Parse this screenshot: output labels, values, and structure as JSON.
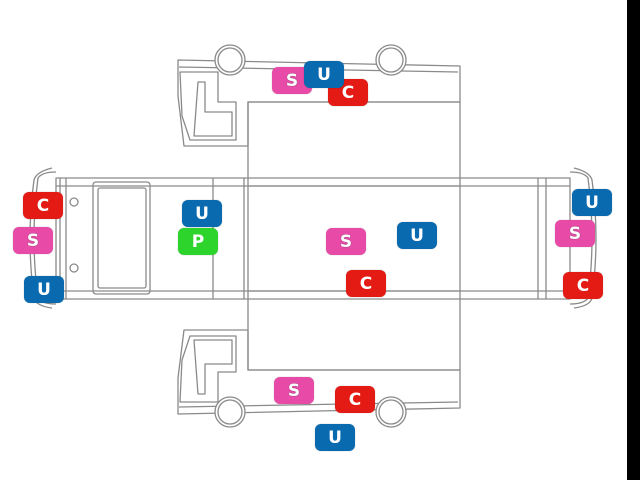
{
  "colors": {
    "outline": "#8a8a8a",
    "S": "#e84aa8",
    "U": "#0a6ab0",
    "C": "#e41a14",
    "P": "#2cd42c"
  },
  "markers": [
    {
      "id": "top-s",
      "label": "S",
      "type": "S"
    },
    {
      "id": "top-c",
      "label": "C",
      "type": "C"
    },
    {
      "id": "top-u",
      "label": "U",
      "type": "U"
    },
    {
      "id": "front-c",
      "label": "C",
      "type": "C"
    },
    {
      "id": "front-s",
      "label": "S",
      "type": "S"
    },
    {
      "id": "front-u",
      "label": "U",
      "type": "U"
    },
    {
      "id": "cab-u",
      "label": "U",
      "type": "U"
    },
    {
      "id": "cab-p",
      "label": "P",
      "type": "P"
    },
    {
      "id": "roof-s",
      "label": "S",
      "type": "S"
    },
    {
      "id": "roof-u",
      "label": "U",
      "type": "U"
    },
    {
      "id": "roof-c",
      "label": "C",
      "type": "C"
    },
    {
      "id": "rear-u",
      "label": "U",
      "type": "U"
    },
    {
      "id": "rear-s",
      "label": "S",
      "type": "S"
    },
    {
      "id": "rear-c",
      "label": "C",
      "type": "C"
    },
    {
      "id": "bottom-s",
      "label": "S",
      "type": "S"
    },
    {
      "id": "bottom-c",
      "label": "C",
      "type": "C"
    },
    {
      "id": "bottom-u",
      "label": "U",
      "type": "U"
    }
  ]
}
